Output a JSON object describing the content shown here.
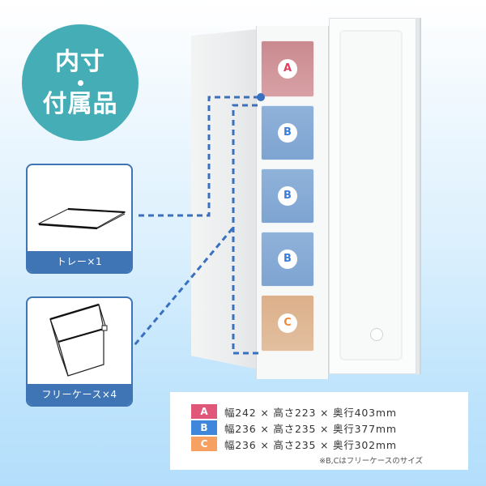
{
  "title": {
    "line1": "内寸",
    "line2": "付属品",
    "color": "#45adb6"
  },
  "accessories": [
    {
      "name": "tray",
      "label": "トレー×1"
    },
    {
      "name": "free-case",
      "label": "フリーケース×4"
    }
  ],
  "fridge": {
    "bins": [
      {
        "label": "A",
        "color": "#e0405f"
      },
      {
        "label": "B",
        "color": "#3b7ed6"
      },
      {
        "label": "B",
        "color": "#3b7ed6"
      },
      {
        "label": "B",
        "color": "#3b7ed6"
      },
      {
        "label": "C",
        "color": "#f18b3c"
      }
    ]
  },
  "dimensions": {
    "rows": [
      {
        "badge": "A",
        "color": "#e0577a",
        "text": "幅242 × 高さ223 × 奥行403mm"
      },
      {
        "badge": "B",
        "color": "#3f87da",
        "text": "幅236 × 高さ235 × 奥行377mm"
      },
      {
        "badge": "C",
        "color": "#f6a062",
        "text": "幅236 × 高さ235 × 奥行302mm"
      }
    ],
    "note": "※B,Cはフリーケースのサイズ"
  },
  "colors": {
    "card_border": "#3f74b5",
    "dashed_line": "#3a70c0"
  }
}
